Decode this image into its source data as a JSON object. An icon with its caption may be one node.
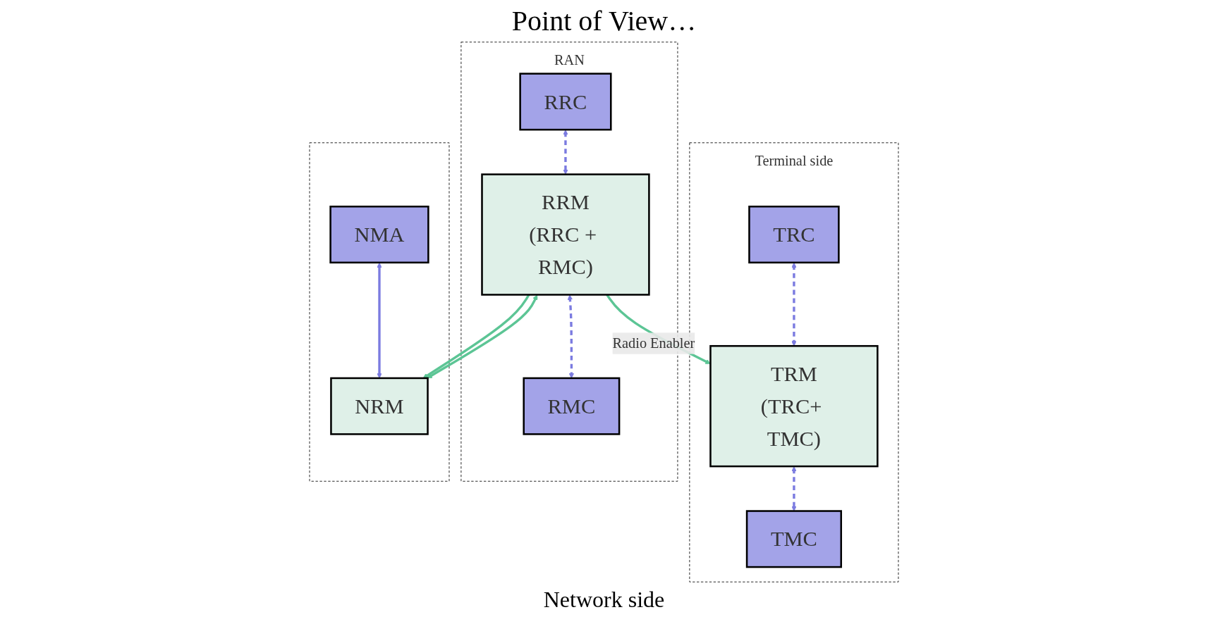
{
  "diagram": {
    "title": "Point of View…",
    "nodes": [
      {
        "text": [
          "Terminal side"
        ]
      },
      {
        "text": [
          "TRC"
        ],
        "in": 0
      },
      {
        "text": [
          "TRM",
          "(TRC+ TMC)"
        ],
        "in": 0
      },
      {
        "text": [
          "TMC"
        ],
        "in": 0
      },
      {
        "text": [
          "RAN"
        ]
      },
      {
        "text": [
          "RRC"
        ],
        "in": 4
      },
      {
        "text": [
          "RRM",
          "(RRC + RMC)"
        ],
        "in": 4
      },
      {
        "text": [
          "RMC"
        ],
        "in": 4
      },
      {
        "text": [],
        "shape": "box"
      },
      {
        "text": [
          "NMA"
        ],
        "in": 8
      },
      {
        "text": [
          "NRM"
        ],
        "in": 8
      }
    ],
    "edges": [
      {
        "from": 1,
        "to": 2,
        "arrow": "both",
        "style": "dashed"
      },
      {
        "from": 2,
        "to": 3,
        "arrow": "both",
        "style": "dashed"
      },
      {
        "from": 5,
        "to": 6,
        "arrow": "both",
        "style": "dashed"
      },
      {
        "from": 6,
        "to": 7,
        "arrow": "both",
        "style": "dashed"
      },
      {
        "from": 9,
        "to": 10,
        "arrow": "both"
      },
      {
        "from": 6,
        "to": 2,
        "arrow": "to",
        "label": "Radio Enabler",
        "color": "#5cc595"
      },
      {
        "from": 6,
        "to": 10,
        "arrow": "to",
        "color": "#5cc595"
      },
      {
        "from": 6,
        "to": 10,
        "arrow": "both",
        "color": "#5cc595"
      }
    ],
    "labels": [
      "Network side"
    ]
  }
}
